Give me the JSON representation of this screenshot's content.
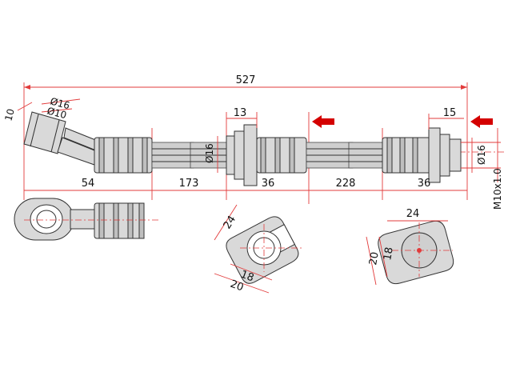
{
  "dimensions": {
    "overall_length": "527",
    "eye_angle_height": "10",
    "eye_outer_dia": "Ø16",
    "eye_inner_dia": "Ø10",
    "bracket_width_left": "13",
    "bracket_width_right": "15",
    "thread_dia_left": "Ø16",
    "thread_dia_right": "Ø16",
    "thread_spec": "M10x1.0",
    "seg_54": "54",
    "seg_173": "173",
    "seg_36_left": "36",
    "seg_228": "228",
    "seg_36_right": "36",
    "clip_left_24": "24",
    "clip_left_18": "18",
    "clip_left_20": "20",
    "clip_right_24": "24",
    "clip_right_20": "20",
    "clip_right_18": "18"
  },
  "colors": {
    "dimension_line": "#e23b3b",
    "arrow": "#d40000",
    "outline": "#333333"
  },
  "icons": {
    "left_arrow": "arrow-left-icon",
    "right_arrow": "arrow-left-icon"
  }
}
